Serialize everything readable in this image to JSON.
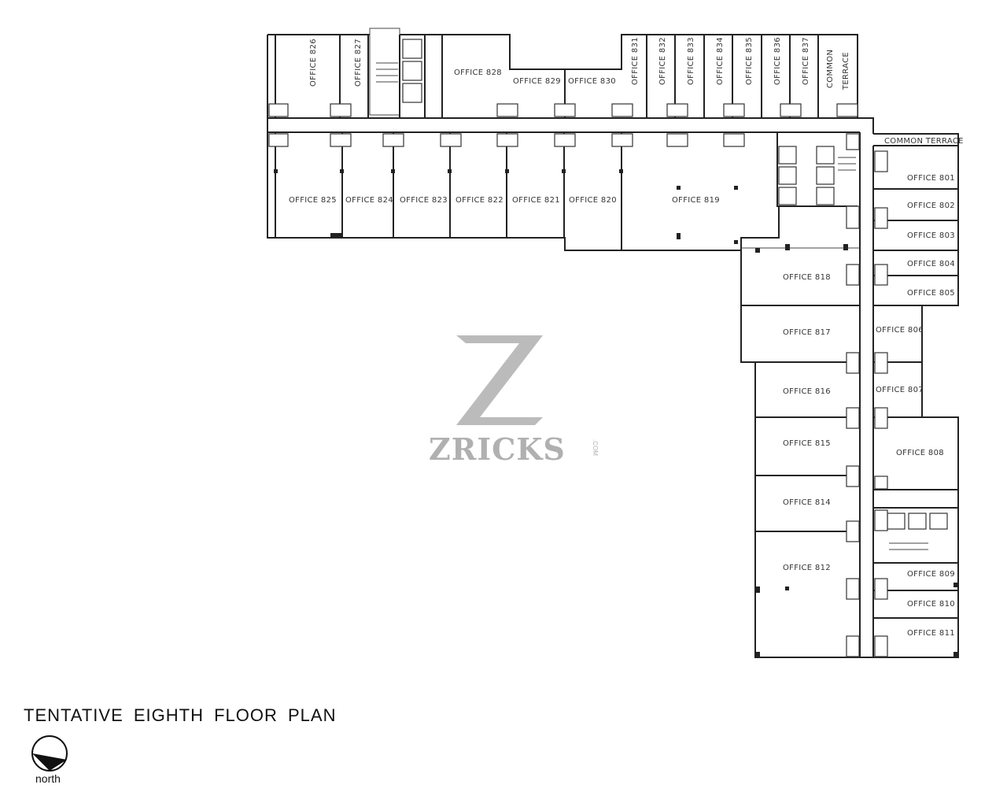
{
  "plan": {
    "title": "TENTATIVE EIGHTH FLOOR PLAN",
    "north_label": "north",
    "watermark": "ZRICKS",
    "watermark_suffix": ".COM"
  },
  "rooms": {
    "o801": "OFFICE 801",
    "o802": "OFFICE 802",
    "o803": "OFFICE 803",
    "o804": "OFFICE 804",
    "o805": "OFFICE 805",
    "o806": "OFFICE 806",
    "o807": "OFFICE 807",
    "o808": "OFFICE 808",
    "o809": "OFFICE 809",
    "o810": "OFFICE 810",
    "o811": "OFFICE 811",
    "o812": "OFFICE 812",
    "o814": "OFFICE 814",
    "o815": "OFFICE 815",
    "o816": "OFFICE 816",
    "o817": "OFFICE 817",
    "o818": "OFFICE 818",
    "o819": "OFFICE 819",
    "o820": "OFFICE 820",
    "o821": "OFFICE 821",
    "o822": "OFFICE 822",
    "o823": "OFFICE 823",
    "o824": "OFFICE 824",
    "o825": "OFFICE 825",
    "o826": "OFFICE 826",
    "o827": "OFFICE 827",
    "o828": "OFFICE 828",
    "o829": "OFFICE 829",
    "o830": "OFFICE 830",
    "o831": "OFFICE 831",
    "o832": "OFFICE 832",
    "o833": "OFFICE 833",
    "o834": "OFFICE 834",
    "o835": "OFFICE 835",
    "o836": "OFFICE 836",
    "o837": "OFFICE 837",
    "terrace_vertical_1": "COMMON",
    "terrace_vertical_2": "TERRACE",
    "terrace_east": "COMMON TERRACE"
  }
}
